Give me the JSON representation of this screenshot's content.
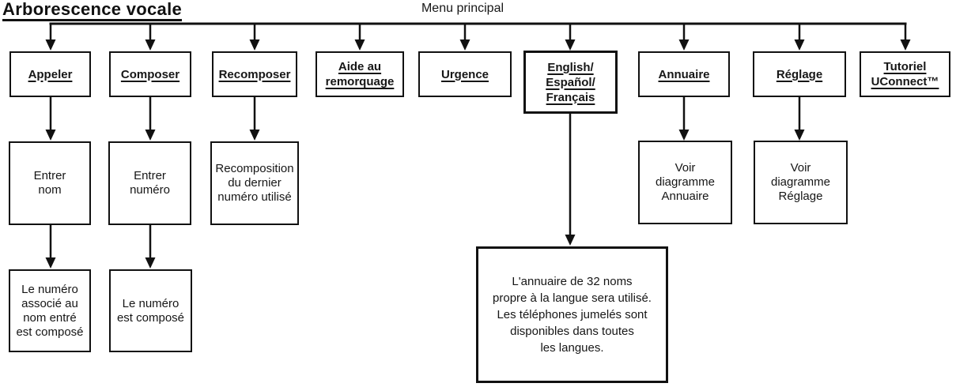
{
  "title": "Arborescence vocale",
  "colors": {
    "ink": "#111111",
    "background": "#ffffff"
  },
  "tree": {
    "root": "Menu principal",
    "branches": [
      {
        "label": "Appeler",
        "children": [
          "Entrer\nnom",
          "Le numéro\nassocié au\nnom entré\nest composé"
        ]
      },
      {
        "label": "Composer",
        "children": [
          "Entrer\nnuméro",
          "Le numéro\nest composé"
        ]
      },
      {
        "label": "Recomposer",
        "children": [
          "Recomposition\ndu dernier\nnuméro utilisé"
        ]
      },
      {
        "label": "Aide au\nremorquage",
        "children": []
      },
      {
        "label": "Urgence",
        "children": []
      },
      {
        "label": "English/\nEspañol/\nFrançais",
        "children": [
          "L'annuaire de 32 noms\npropre à la langue sera utilisé.\nLes téléphones jumelés sont\ndisponibles dans toutes\nles langues."
        ]
      },
      {
        "label": "Annuaire",
        "children": [
          "Voir\ndiagramme\nAnnuaire"
        ]
      },
      {
        "label": "Réglage",
        "children": [
          "Voir\ndiagramme\nRéglage"
        ]
      },
      {
        "label": "Tutoriel\nUConnect™",
        "children": []
      }
    ]
  }
}
